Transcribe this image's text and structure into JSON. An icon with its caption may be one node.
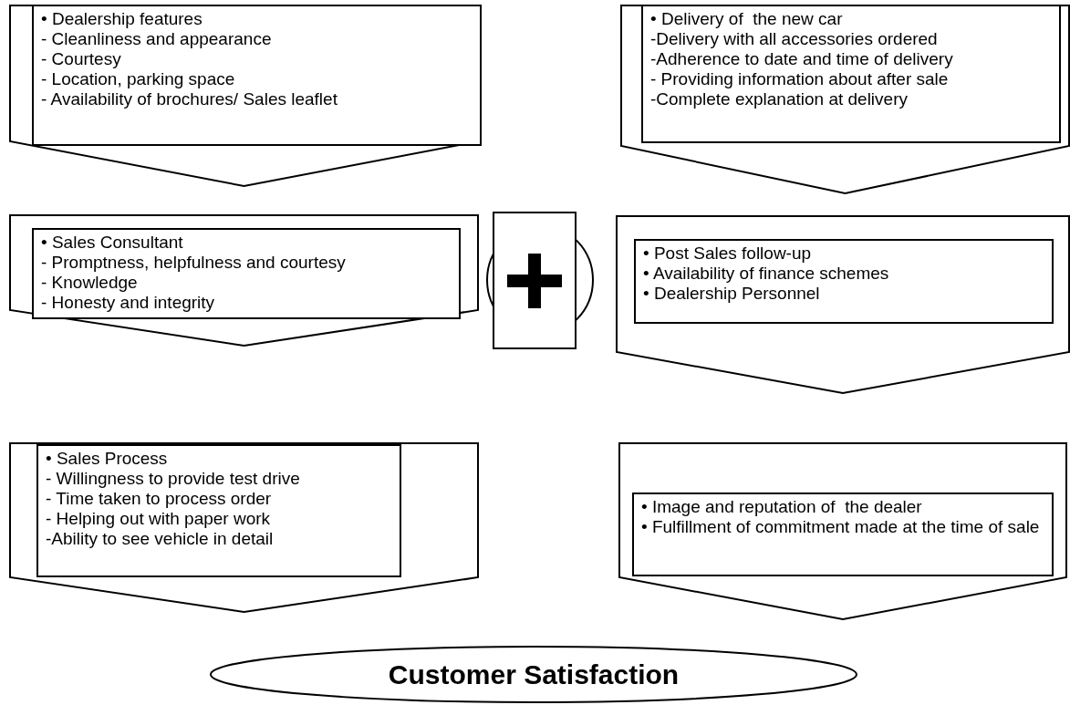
{
  "diagram": {
    "nodes": [
      {
        "text": [],
        "shape": "chevron"
      },
      {
        "text": [
          "• Dealership features",
          "- Cleanliness and appearance",
          "- Courtesy",
          "- Location, parking space",
          "- Availability of brochures/ Sales leaflet"
        ],
        "in": 0
      },
      {
        "text": [],
        "shape": "chevron"
      },
      {
        "text": [
          "• Delivery of  the new car",
          "-Delivery with all accessories ordered",
          "-Adherence to date and time of delivery",
          "- Providing information about after sale",
          "-Complete explanation at delivery"
        ],
        "in": 2
      },
      {
        "text": [],
        "shape": "chevron"
      },
      {
        "text": [
          "• Sales Consultant",
          "- Promptness, helpfulness and courtesy",
          "- Knowledge",
          "- Honesty and integrity"
        ],
        "in": 4
      },
      {
        "text": [],
        "shape": "box"
      },
      {
        "text": [],
        "shape": "chevron"
      },
      {
        "text": [
          "• Post Sales follow-up",
          "• Availability of finance schemes",
          "• Dealership Personnel"
        ],
        "in": 7
      },
      {
        "text": [],
        "shape": "chevron"
      },
      {
        "text": [
          "• Sales Process",
          "- Willingness to provide test drive",
          "- Time taken to process order",
          "- Helping out with paper work",
          "-Ability to see vehicle in detail"
        ],
        "in": 9
      },
      {
        "text": [],
        "shape": "chevron"
      },
      {
        "text": [
          "• Image and reputation of  the dealer",
          "• Fulfillment of commitment made at the time of sale"
        ],
        "in": 11
      },
      {
        "text": [
          "Customer Satisfaction"
        ]
      }
    ],
    "edges": []
  }
}
